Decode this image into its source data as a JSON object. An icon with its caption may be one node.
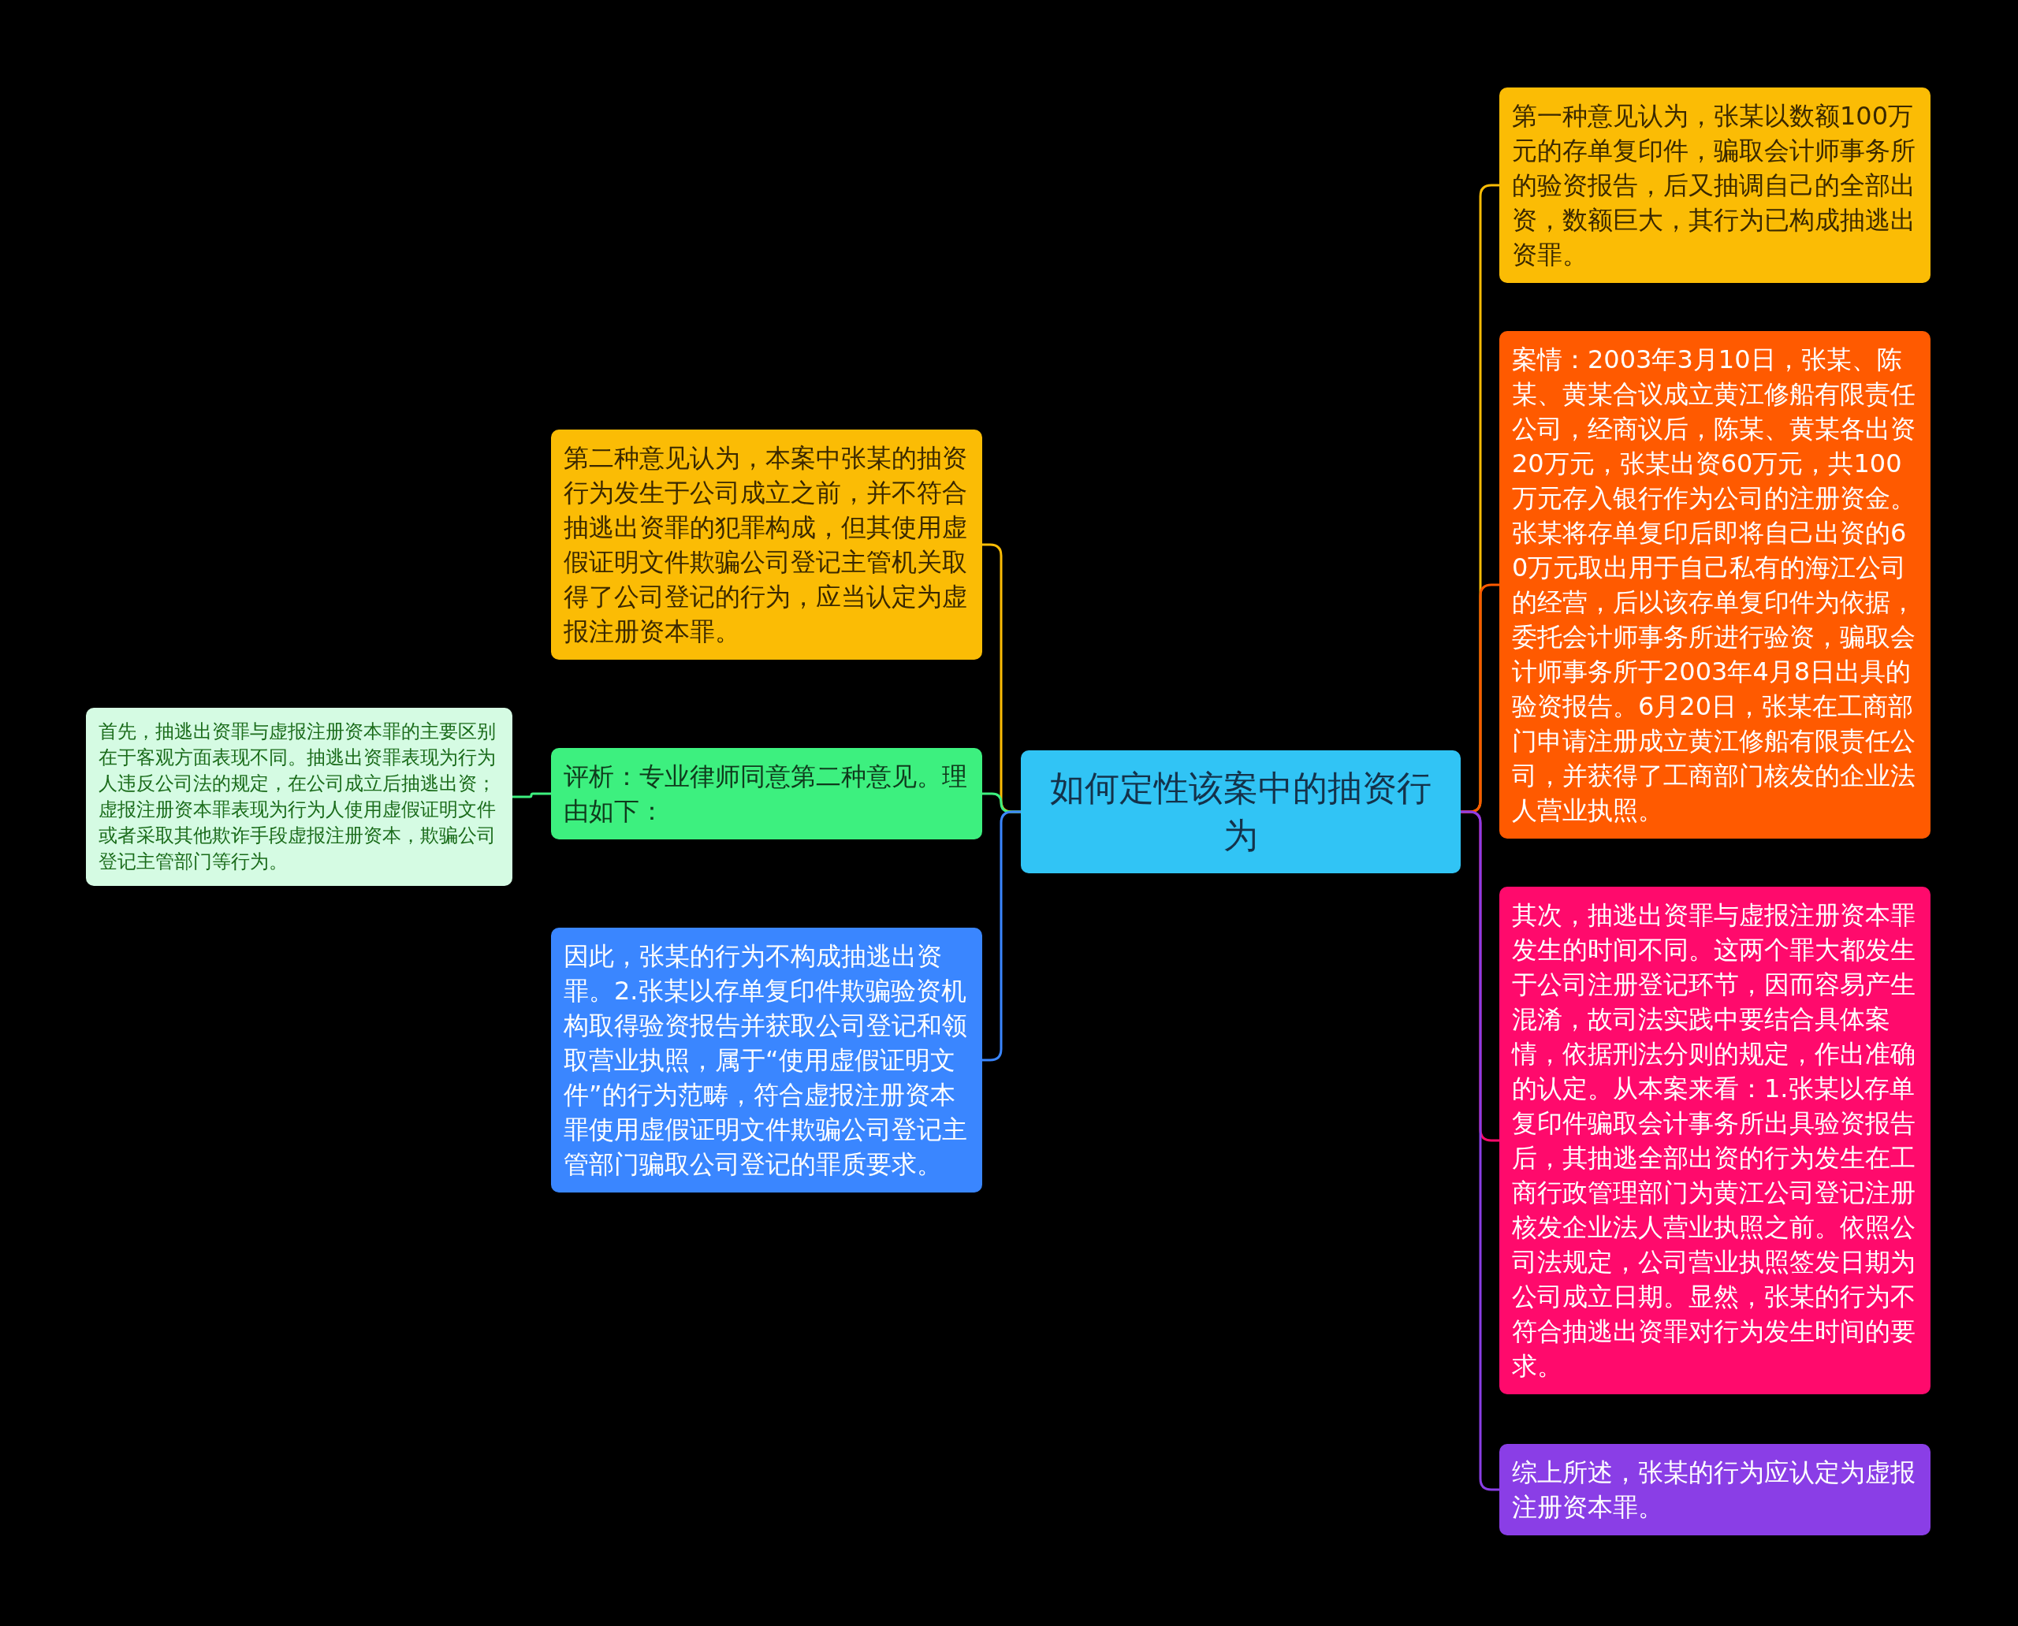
{
  "diagram": {
    "nodes": [
      {
        "text": [
          "如何定性该案中的抽资行为"
        ]
      },
      {
        "text": [
          "第一种意见认为，张某以数额100万元的存单复印件，骗取会计师事务所的验资报告，后又抽调自己的全部出资，数额巨大，其行为已构成抽逃出资罪。"
        ]
      },
      {
        "text": [
          "案情：2003年3月10日，张某、陈某、黄某合议成立黄江修船有限责任公司，经商议后，陈某、黄某各出资20万元，张某出资60万元，共100万元存入银行作为公司的注册资金。张某将存单复印后即将自己出资的60万元取出用于自己私有的海江公司的经营，后以该存单复印件为依据，委托会计师事务所进行验资，骗取会计师事务所于2003年4月8日出具的验资报告。6月20日，张某在工商部门申请注册成立黄江修船有限责任公司，并获得了工商部门核发的企业法人营业执照。"
        ]
      },
      {
        "text": [
          "其次，抽逃出资罪与虚报注册资本罪发生的时间不同。这两个罪大都发生于公司注册登记环节，因而容易产生混淆，故司法实践中要结合具体案情，依据刑法分则的规定，作出准确的认定。从本案来看：1.张某以存单复印件骗取会计事务所出具验资报告后，其抽逃全部出资的行为发生在工商行政管理部门为黄江公司登记注册核发企业法人营业执照之前。依照公司法规定，公司营业执照签发日期为公司成立日期。显然，张某的行为不符合抽逃出资罪对行为发生时间的要求。"
        ]
      },
      {
        "text": [
          "综上所述，张某的行为应认定为虚报注册资本罪。"
        ]
      },
      {
        "text": [
          "第二种意见认为，本案中张某的抽资行为发生于公司成立之前，并不符合抽逃出资罪的犯罪构成，但其使用虚假证明文件欺骗公司登记主管机关取得了公司登记的行为，应当认定为虚报注册资本罪。"
        ]
      },
      {
        "text": [
          "评析：专业律师同意第二种意见。理由如下："
        ]
      },
      {
        "text": [
          "因此，张某的行为不构成抽逃出资罪。2.张某以存单复印件欺骗验资机构取得验资报告并获取公司登记和领取营业执照，属于“使用虚假证明文件”的行为范畴，符合虚报注册资本罪使用虚假证明文件欺骗公司登记主管部门骗取公司登记的罪质要求。"
        ]
      },
      {
        "text": [
          "首先，抽逃出资罪与虚报注册资本罪的主要区别在于客观方面表现不同。抽逃出资罪表现为行为人违反公司法的规定，在公司成立后抽逃出资；虚报注册资本罪表现为行为人使用虚假证明文件或者采取其他欺诈手段虚报注册资本，欺骗公司登记主管部门等行为。"
        ]
      }
    ],
    "edges": [
      {
        "from": 0,
        "to": 1,
        "arrow": "none",
        "color": "#fbbc05"
      },
      {
        "from": 0,
        "to": 2,
        "arrow": "none",
        "color": "#ff5a00"
      },
      {
        "from": 0,
        "to": 3,
        "arrow": "none",
        "color": "#ff0a6c"
      },
      {
        "from": 0,
        "to": 4,
        "arrow": "none",
        "color": "#8a3ee6"
      },
      {
        "from": 0,
        "to": 5,
        "arrow": "none",
        "color": "#fbbc05"
      },
      {
        "from": 0,
        "to": 6,
        "arrow": "none",
        "color": "#3df07f"
      },
      {
        "from": 0,
        "to": 7,
        "arrow": "none",
        "color": "#3a86ff"
      },
      {
        "from": 6,
        "to": 8,
        "arrow": "none",
        "color": "#3df07f"
      }
    ]
  }
}
